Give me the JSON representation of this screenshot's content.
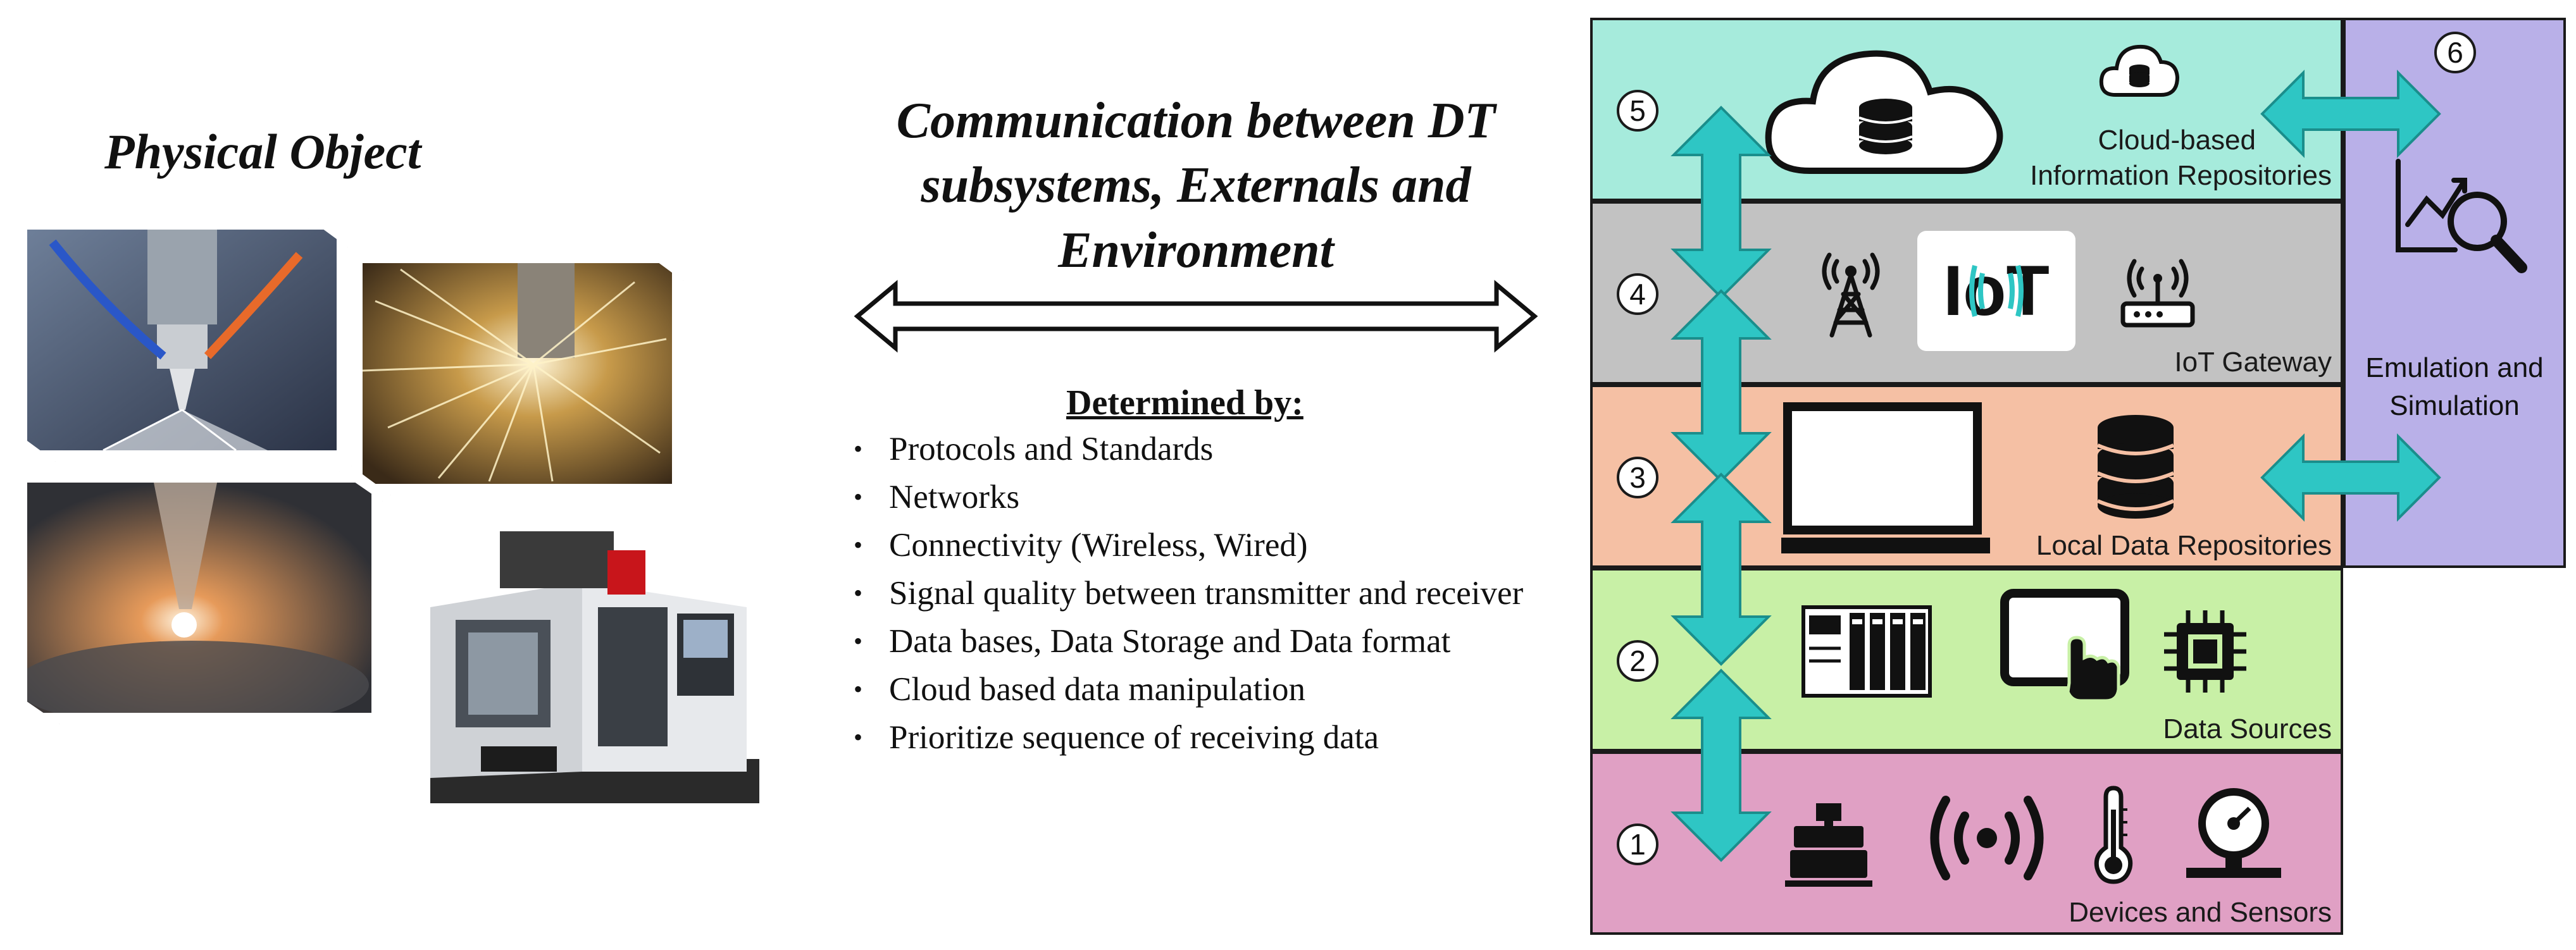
{
  "physical_object": {
    "title": "Physical Object"
  },
  "communication": {
    "title_lines": [
      "Communication between DT",
      "subsystems, Externals and",
      "Environment"
    ],
    "determined_by": "Determined by:",
    "bullets": [
      "Protocols and Standards",
      "Networks",
      "Connectivity (Wireless, Wired)",
      "Signal quality between transmitter and receiver",
      "Data bases, Data Storage and Data format",
      "Cloud based data manipulation",
      "Prioritize sequence of receiving data"
    ]
  },
  "layers": [
    {
      "number": "1",
      "name": "Devices and Sensors",
      "color": "#e0a0c4",
      "icons": [
        "motor-icon",
        "wireless-signal-icon",
        "thermometer-icon",
        "pressure-gauge-icon"
      ]
    },
    {
      "number": "2",
      "name": "Data Sources",
      "color": "#c8f0a6",
      "icons": [
        "plc-icon",
        "touch-tablet-icon",
        "chip-icon"
      ]
    },
    {
      "number": "3",
      "name": "Local Data Repositories",
      "color": "#f5c0a4",
      "icons": [
        "monitor-icon",
        "database-icon"
      ]
    },
    {
      "number": "4",
      "name": "IoT Gateway",
      "color": "#c2c2c2",
      "icons": [
        "antenna-tower-icon",
        "iot-logo-icon",
        "router-icon"
      ],
      "iot_logo_text": "IoT"
    },
    {
      "number": "5",
      "name_lines": [
        "Cloud-based",
        "Information Repositories"
      ],
      "color": "#a6ebdc",
      "icons": [
        "cloud-database-icon",
        "small-cloud-database-icon"
      ]
    }
  ],
  "emulation": {
    "number": "6",
    "name_lines": [
      "Emulation and",
      "Simulation"
    ],
    "color": "#b9b0e8",
    "icon": "analytics-magnifier-icon"
  },
  "colors": {
    "arrow_teal": "#2ec6c4",
    "border": "#1a1a1a"
  }
}
